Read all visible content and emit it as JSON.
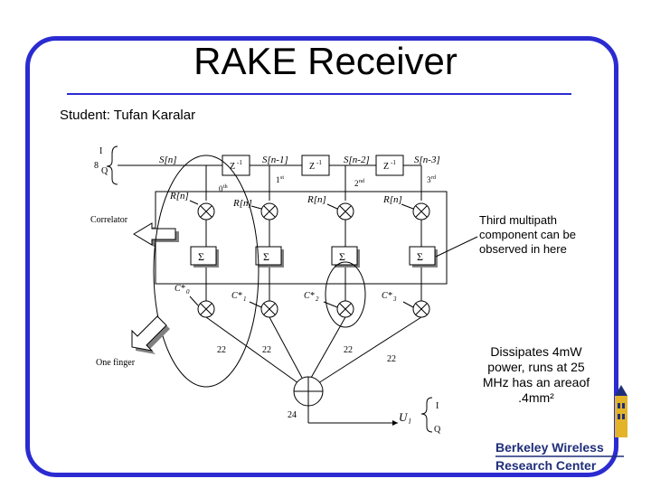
{
  "slide": {
    "title": "RAKE Receiver",
    "subtitle": "Student: Tufan Karalar",
    "note_multipath": "Third multipath component can be observed in here",
    "note_power": "Dissipates 4mW power, runs at 25 MHz has an areaof .4mm²",
    "logo_line1": "Berkeley Wireless",
    "logo_line2": "Research Center"
  },
  "diagram": {
    "input_i": "I",
    "input_q": "Q",
    "input_bits": "8",
    "s_n": "S[n]",
    "s_n1": "S[n-1]",
    "s_n2": "S[n-2]",
    "s_n3": "S[n-3]",
    "delay": "Z",
    "delay_exp": "-1",
    "tap0": "0",
    "tap0_sup": "th",
    "tap1": "1",
    "tap1_sup": "st",
    "tap2": "2",
    "tap2_sup": "nd",
    "tap3": "3",
    "tap3_sup": "rd",
    "r_n": "R[n]",
    "correlator": "Correlator",
    "sum": "Σ",
    "c0": "C*",
    "c0_sub": "0",
    "c1": "C*",
    "c1_sub": "1",
    "c2": "C*",
    "c2_sub": "2",
    "c3": "C*",
    "c3_sub": "3",
    "w22a": "22",
    "w22b": "22",
    "w22c": "22",
    "w22d": "22",
    "w24": "24",
    "one_finger": "One finger",
    "out_u": "U",
    "out_u_sub": "l",
    "out_i": "I",
    "out_q": "Q"
  },
  "colors": {
    "frame": "#2b2bd1",
    "arrow": "#ffffff",
    "arrow_shadow": "#808080",
    "logo_text": "#1f2e7a",
    "logo_tower": "#e3b42a"
  }
}
